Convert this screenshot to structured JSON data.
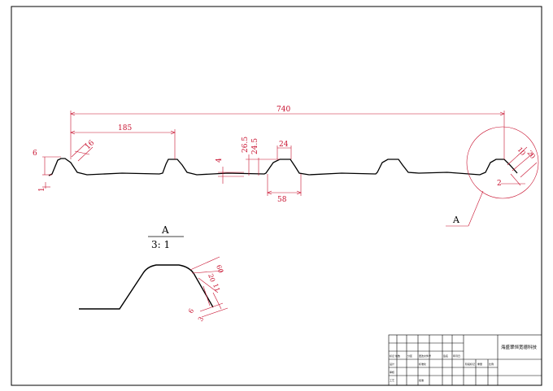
{
  "colors": {
    "line": "#000000",
    "dimension": "#c8102e"
  },
  "dimensions": {
    "overall_width": "740",
    "rib_pitch": "185",
    "rib_top_width": "24",
    "rib_base_width": "58",
    "rib_height_outer": "26.5",
    "rib_height_inner": "24.5",
    "minor_step": "4",
    "left_edge_height": "6",
    "left_edge_flange": "1",
    "left_rib_slope": "16",
    "detail_10": "10",
    "detail_20": "20",
    "detail_2": "2"
  },
  "detail": {
    "callout": "A",
    "title": "A",
    "scale": "3: 1",
    "angle": "60",
    "dim_20": "20",
    "dim_11": "11",
    "dim_6": "6",
    "dim_3": "3"
  },
  "title_block": {
    "company": "海盛翠恒宽德科技",
    "row_labels": [
      "标记 处数",
      "分区",
      "设计",
      "审核",
      "工艺"
    ],
    "mid_labels": [
      "更改文件号",
      "签名",
      "标准化",
      "批准"
    ],
    "right_labels": [
      "年月日",
      "阶段标记",
      "重量",
      "比例"
    ]
  }
}
